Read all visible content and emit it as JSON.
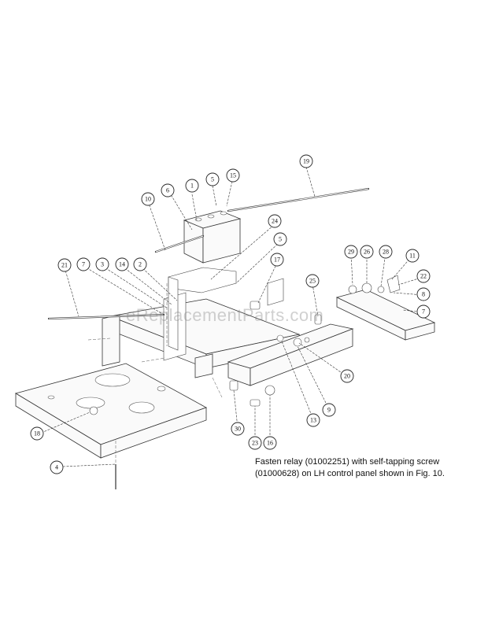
{
  "watermark": "eReplacementParts.com",
  "note": {
    "line1": "Fasten relay (01002251) with self-tapping screw",
    "line2": "(01000628) on LH control panel shown in Fig. 10."
  },
  "callouts": [
    "1",
    "5",
    "15",
    "19",
    "6",
    "10",
    "24",
    "5",
    "17",
    "21",
    "7",
    "3",
    "14",
    "2",
    "25",
    "29",
    "26",
    "28",
    "11",
    "22",
    "8",
    "7",
    "20",
    "9",
    "13",
    "30",
    "23",
    "16",
    "18",
    "4"
  ]
}
